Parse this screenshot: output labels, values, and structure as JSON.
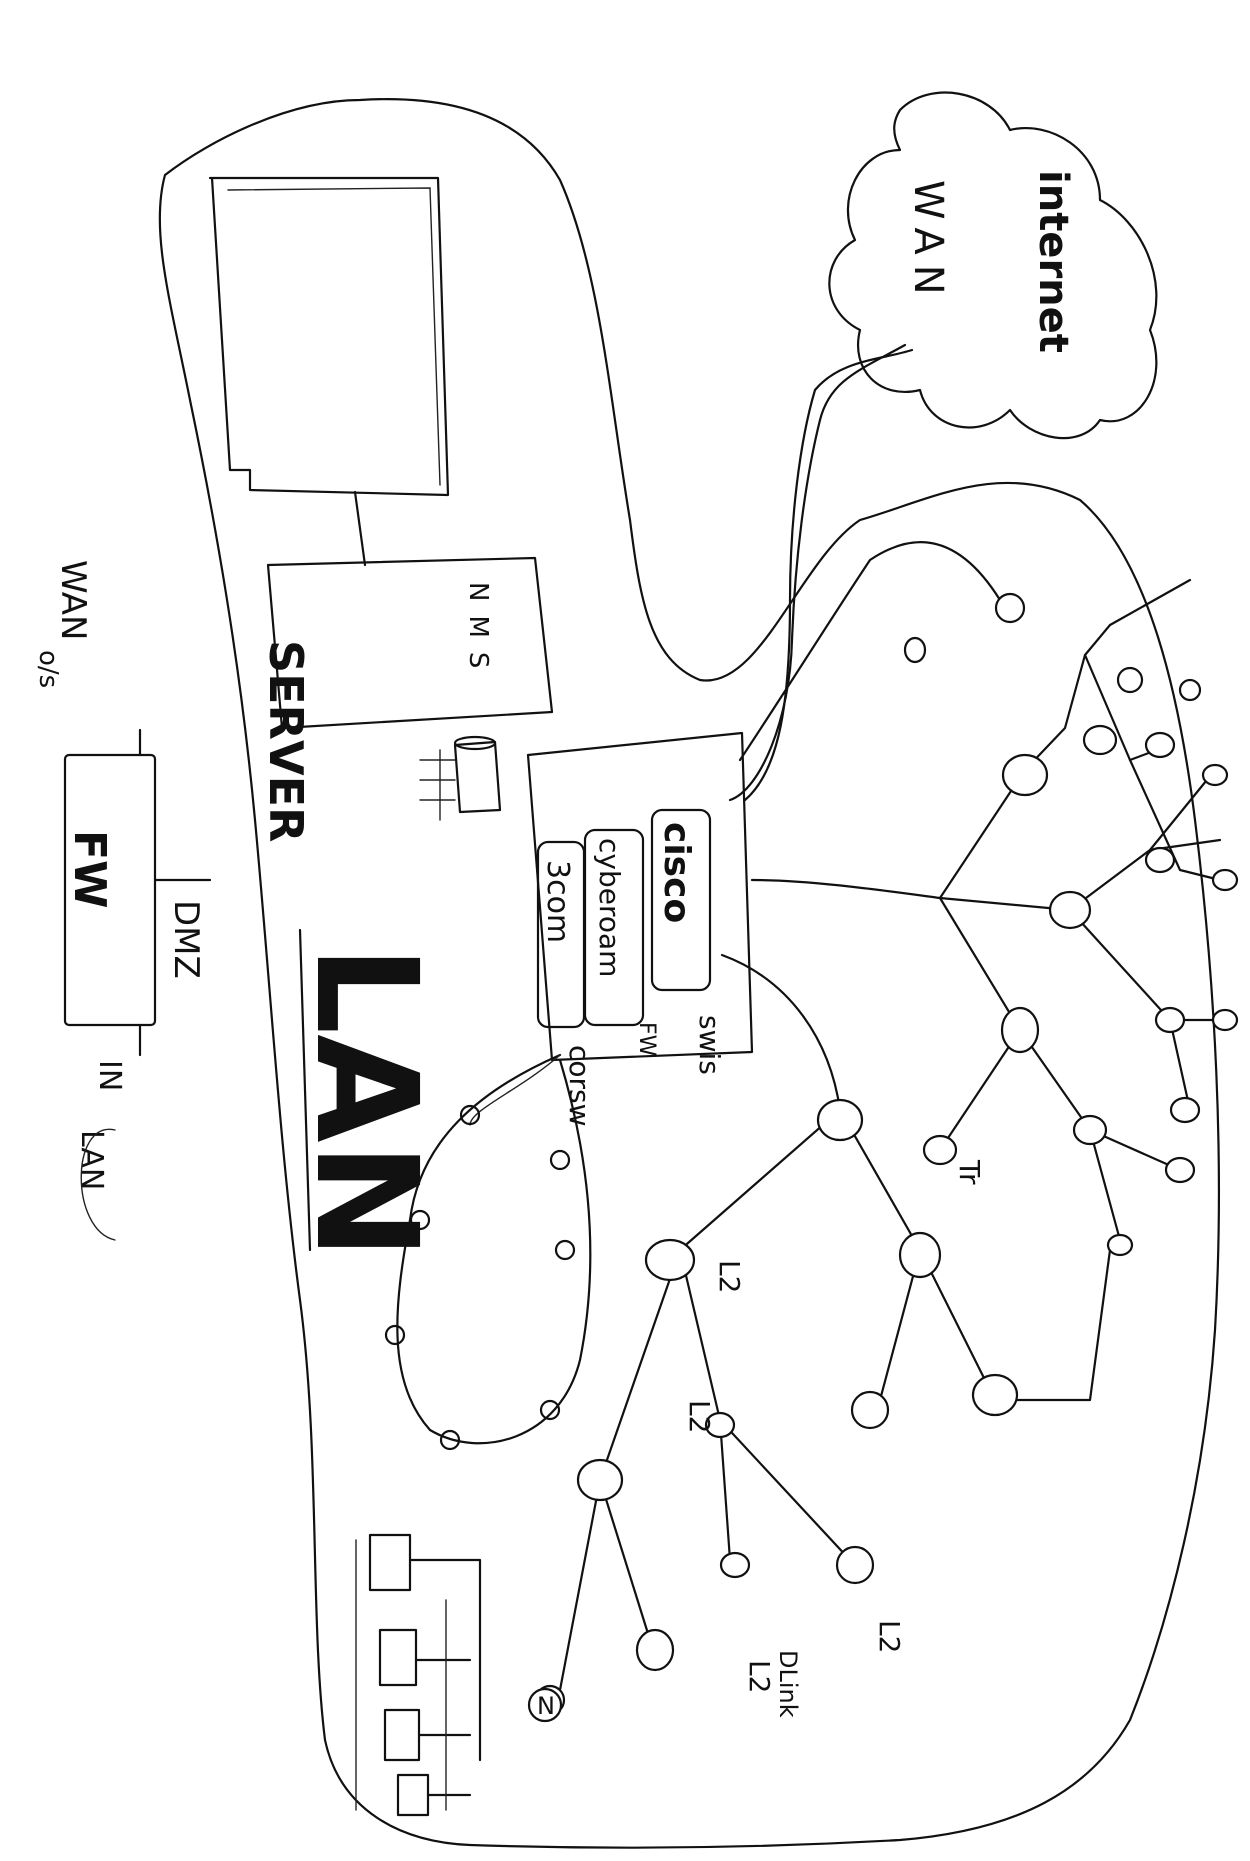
{
  "labels": {
    "internet": "internet",
    "wan": "WAN",
    "server": "SERVER",
    "server_stack": "NMS",
    "lan": "LAN",
    "cisco": "cisco",
    "cyberoam": "cyberoam",
    "threecom": "3com",
    "switch": "swis",
    "fw_small": "FW",
    "corsw": "corsw",
    "legend_wan": "WAN",
    "legend_os": "o/s",
    "legend_fw": "FW",
    "legend_dmz": "DMZ",
    "legend_in": "IN",
    "legend_lan": "LAN",
    "tree_l2_a": "L2",
    "tree_l2_b": "L2",
    "tree_l2_c": "L2",
    "tree_l2_d": "L2",
    "tree_tr": "Tr",
    "dlink": "DLink",
    "n_mark": "N"
  }
}
